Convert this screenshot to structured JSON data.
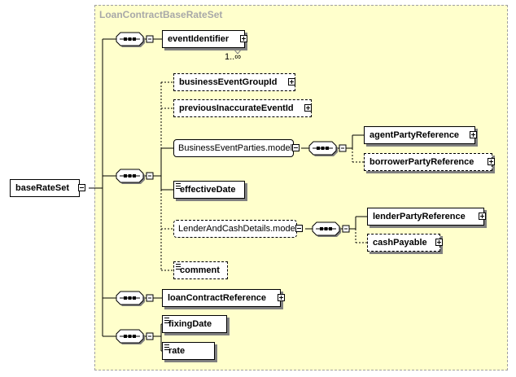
{
  "group": {
    "title": "LoanContractBaseRateSet"
  },
  "root": {
    "label": "baseRateSet"
  },
  "elements": {
    "eventIdentifier": "eventIdentifier",
    "eventIdentifier_multiplicity": "1..∞",
    "businessEventGroupId": "businessEventGroupId",
    "previousInaccurateEventId": "previousInaccurateEventId",
    "businessEventPartiesModel": "BusinessEventParties.model",
    "agentPartyReference": "agentPartyReference",
    "borrowerPartyReference": "borrowerPartyReference",
    "effectiveDate": "effectiveDate",
    "lenderAndCashDetailsModel": "LenderAndCashDetails.model",
    "lenderPartyReference": "lenderPartyReference",
    "cashPayable": "cashPayable",
    "comment": "comment",
    "loanContractReference": "loanContractReference",
    "fixingDate": "fixingDate",
    "rate": "rate"
  }
}
